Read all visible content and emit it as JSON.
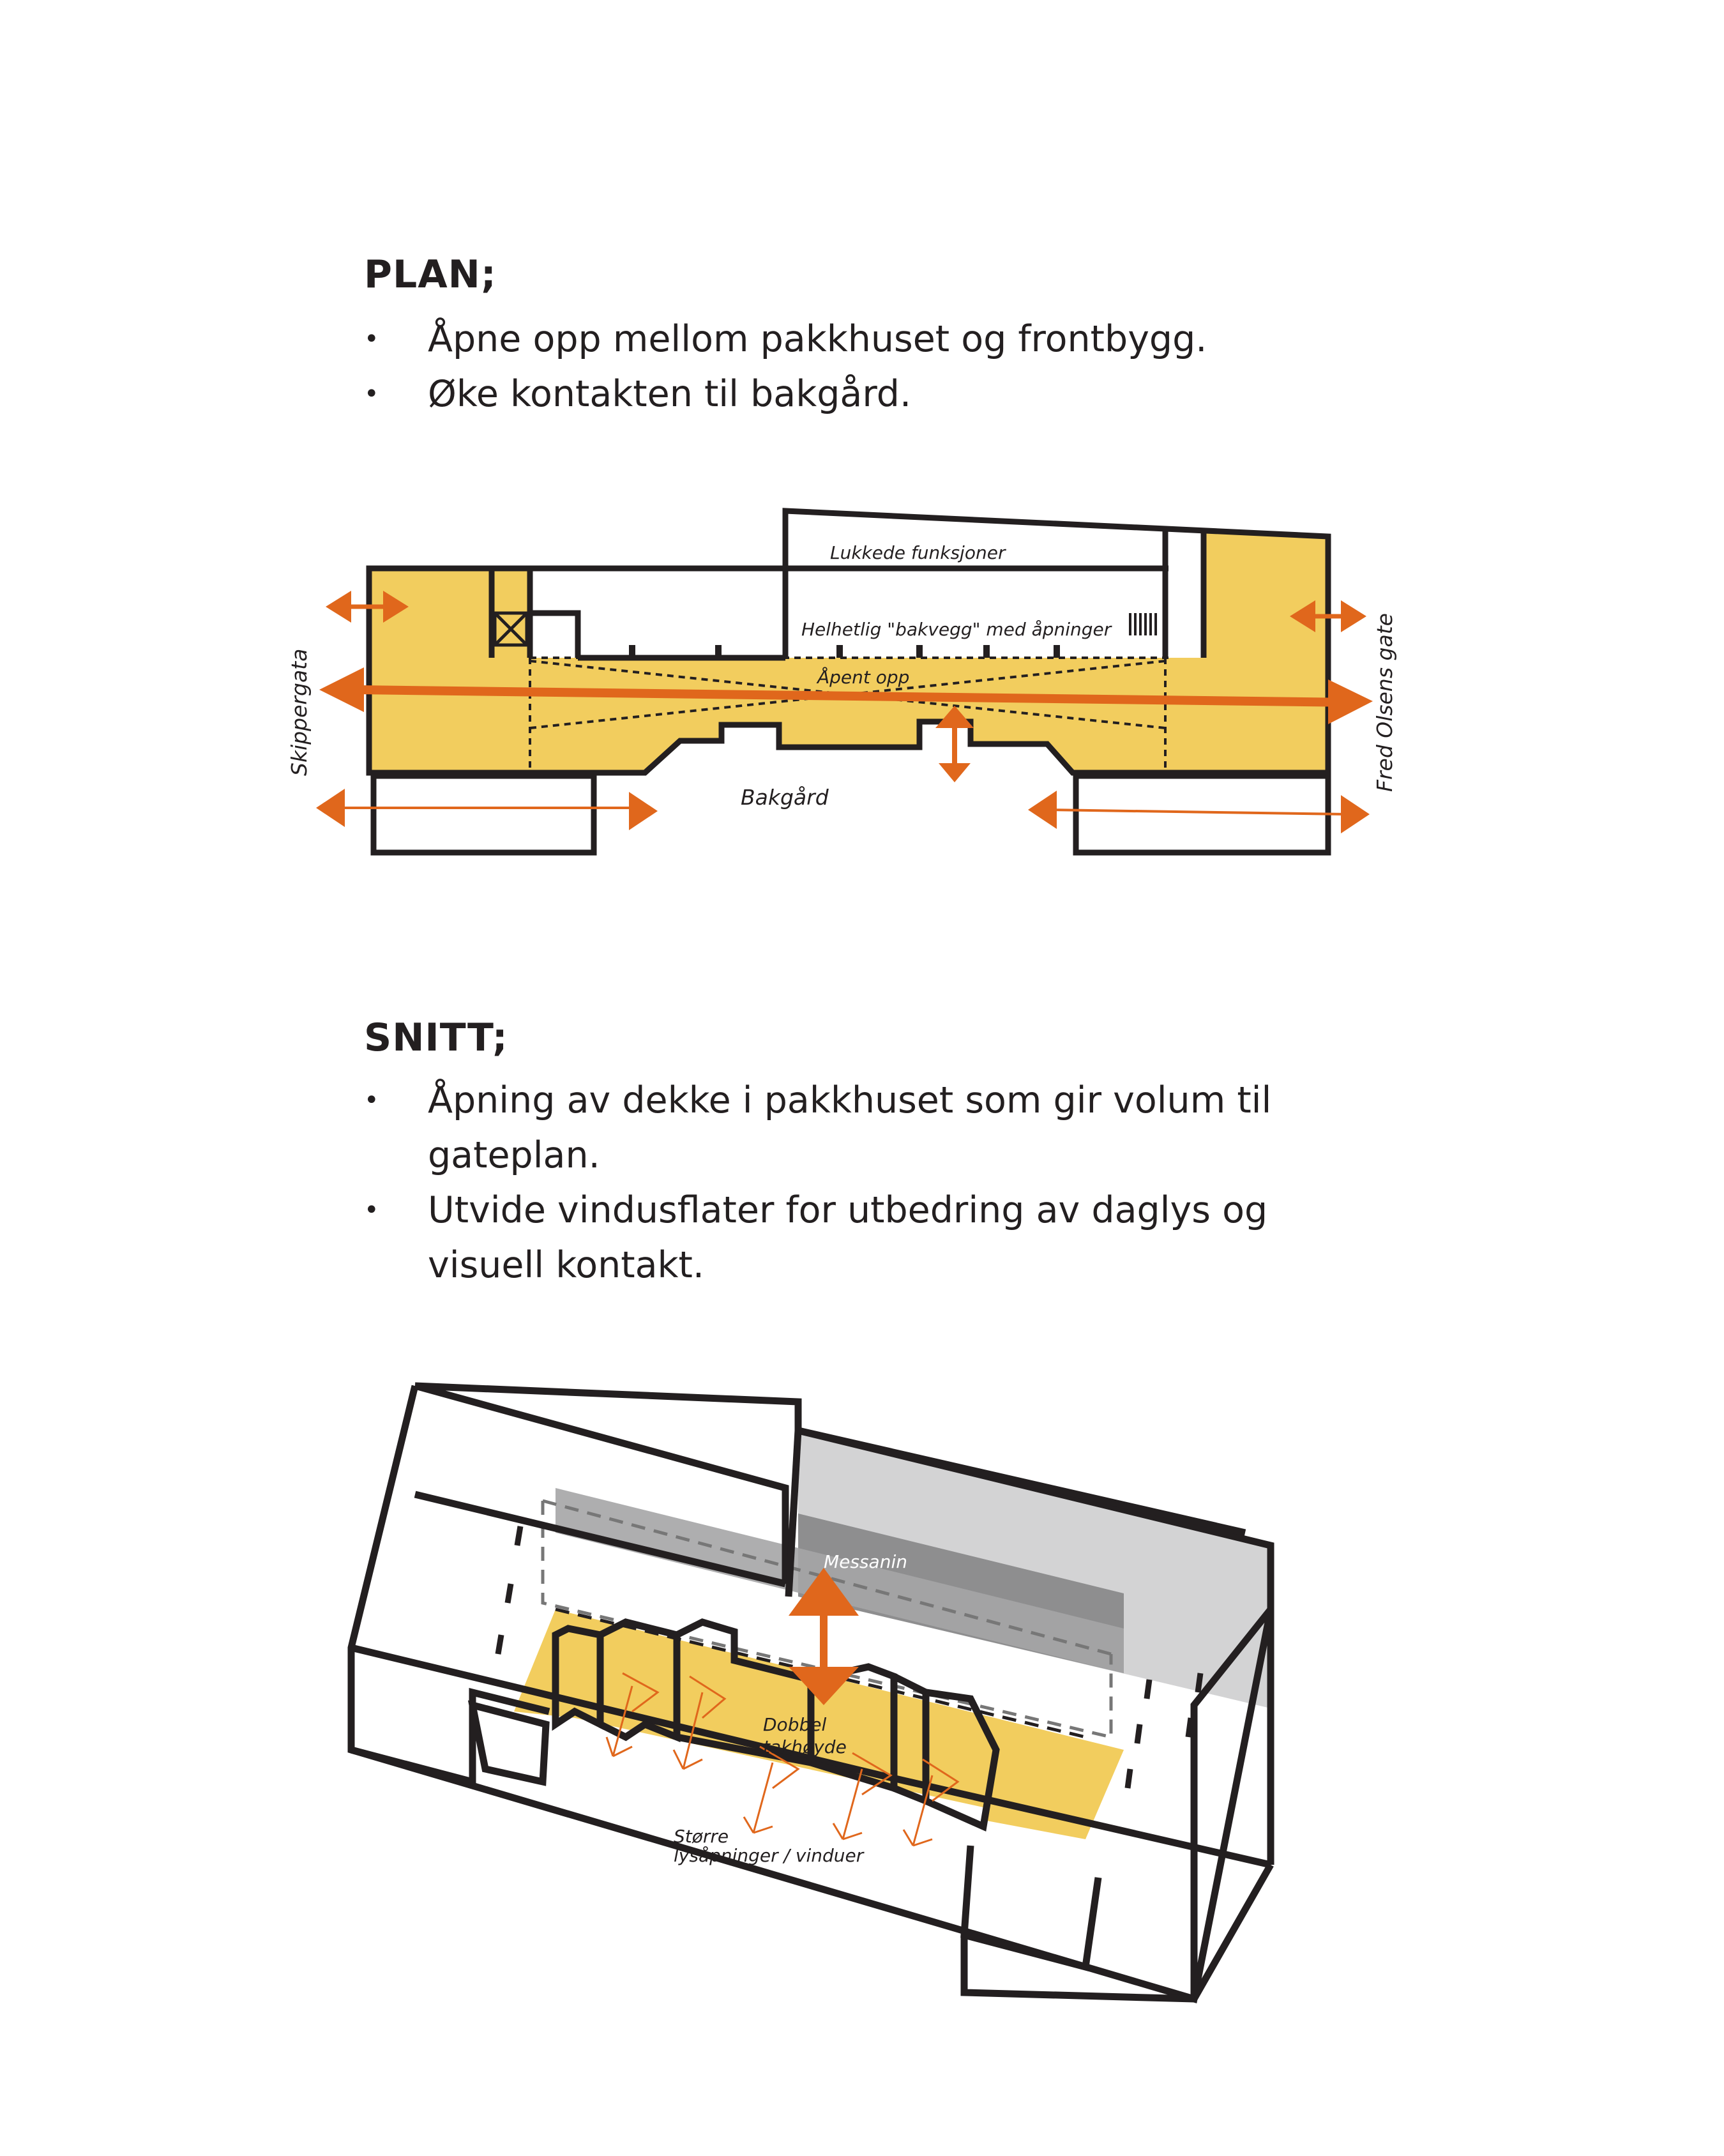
{
  "plan": {
    "title": "PLAN;",
    "bullets": [
      "Åpne opp mellom pakkhuset og frontbygg.",
      "Øke kontakten til bakgård."
    ],
    "labels": {
      "lukkede": "Lukkede funksjoner",
      "helhetlig": "Helhetlig \"bakvegg\" med åpninger",
      "apent": "Åpent opp",
      "bakgard": "Bakgård",
      "skippergata": "Skippergata",
      "fred": "Fred Olsens gate"
    }
  },
  "snitt": {
    "title": "SNITT;",
    "bullets": [
      "Åpning av dekke i pakkhuset som gir volum til gateplan.",
      "Utvide vindusflater for utbedring av daglys og visuell kontakt."
    ],
    "labels": {
      "messanin": "Messanin",
      "dobbel_1": "Dobbel",
      "dobbel_2": "takhøyde",
      "storre_1": "Større",
      "storre_2": "lysåpninger / vinduer"
    }
  },
  "colors": {
    "yellow": "#f2cd5e",
    "orange": "#e0671c",
    "line": "#231f20",
    "grey": "#8c8c8c"
  }
}
